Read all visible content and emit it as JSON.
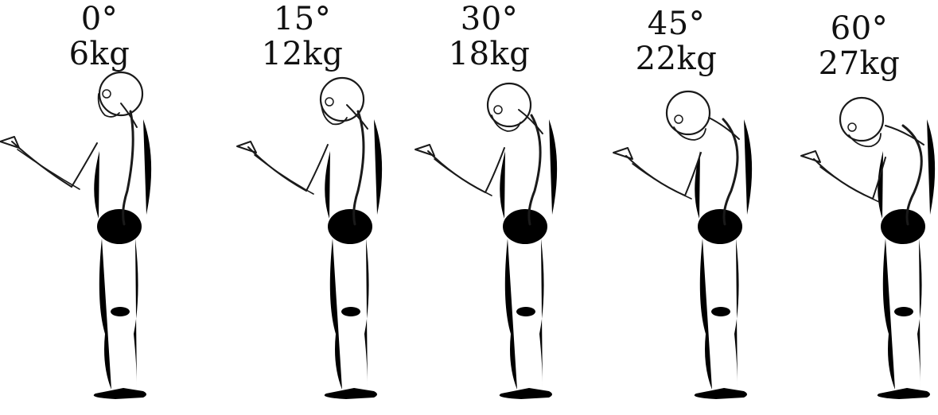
{
  "postures": [
    {
      "angle": "0°",
      "weight": "6kg"
    },
    {
      "angle": "15°",
      "weight": "12kg"
    },
    {
      "angle": "30°",
      "weight": "18kg"
    },
    {
      "angle": "45°",
      "weight": "22kg"
    },
    {
      "angle": "60°",
      "weight": "27kg"
    }
  ],
  "colors": {
    "background": "#ffffff",
    "ink": "#1a1a1a"
  },
  "icons": [
    "human-skeleton-figure",
    "smartphone-in-hand"
  ]
}
